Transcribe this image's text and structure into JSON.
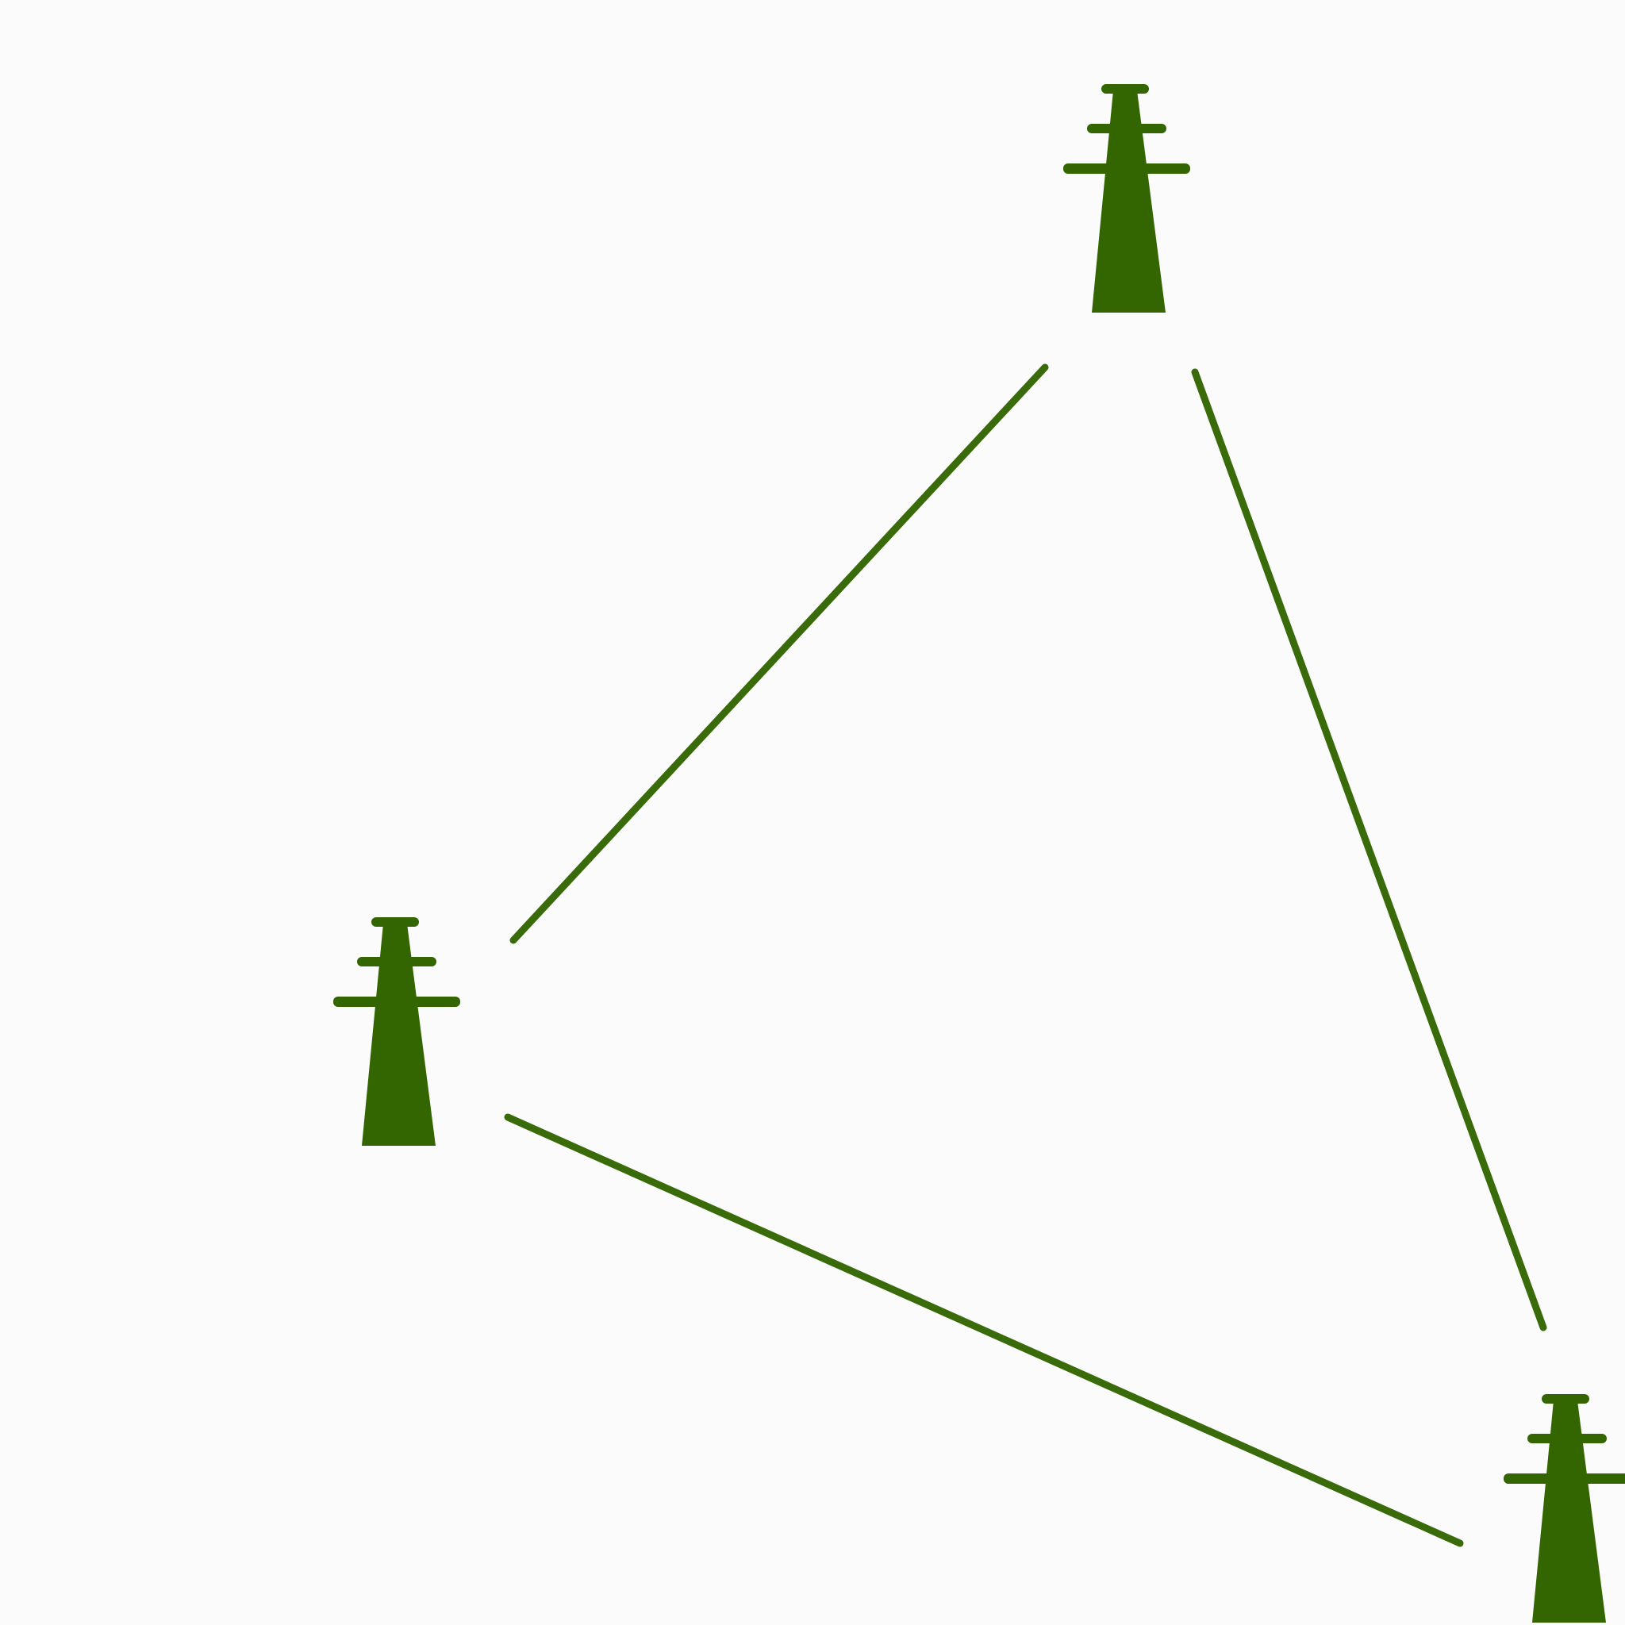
{
  "diagram": {
    "background_color": "#fbfbfb",
    "tower_color": "#336600",
    "line_color": "#3a6b0a",
    "nodes": [
      {
        "id": "top",
        "icon": "transmission-tower-icon"
      },
      {
        "id": "left",
        "icon": "transmission-tower-icon"
      },
      {
        "id": "bottom-right",
        "icon": "transmission-tower-icon"
      }
    ],
    "edges": [
      {
        "from": "top",
        "to": "left"
      },
      {
        "from": "top",
        "to": "bottom-right"
      },
      {
        "from": "left",
        "to": "bottom-right"
      }
    ]
  }
}
